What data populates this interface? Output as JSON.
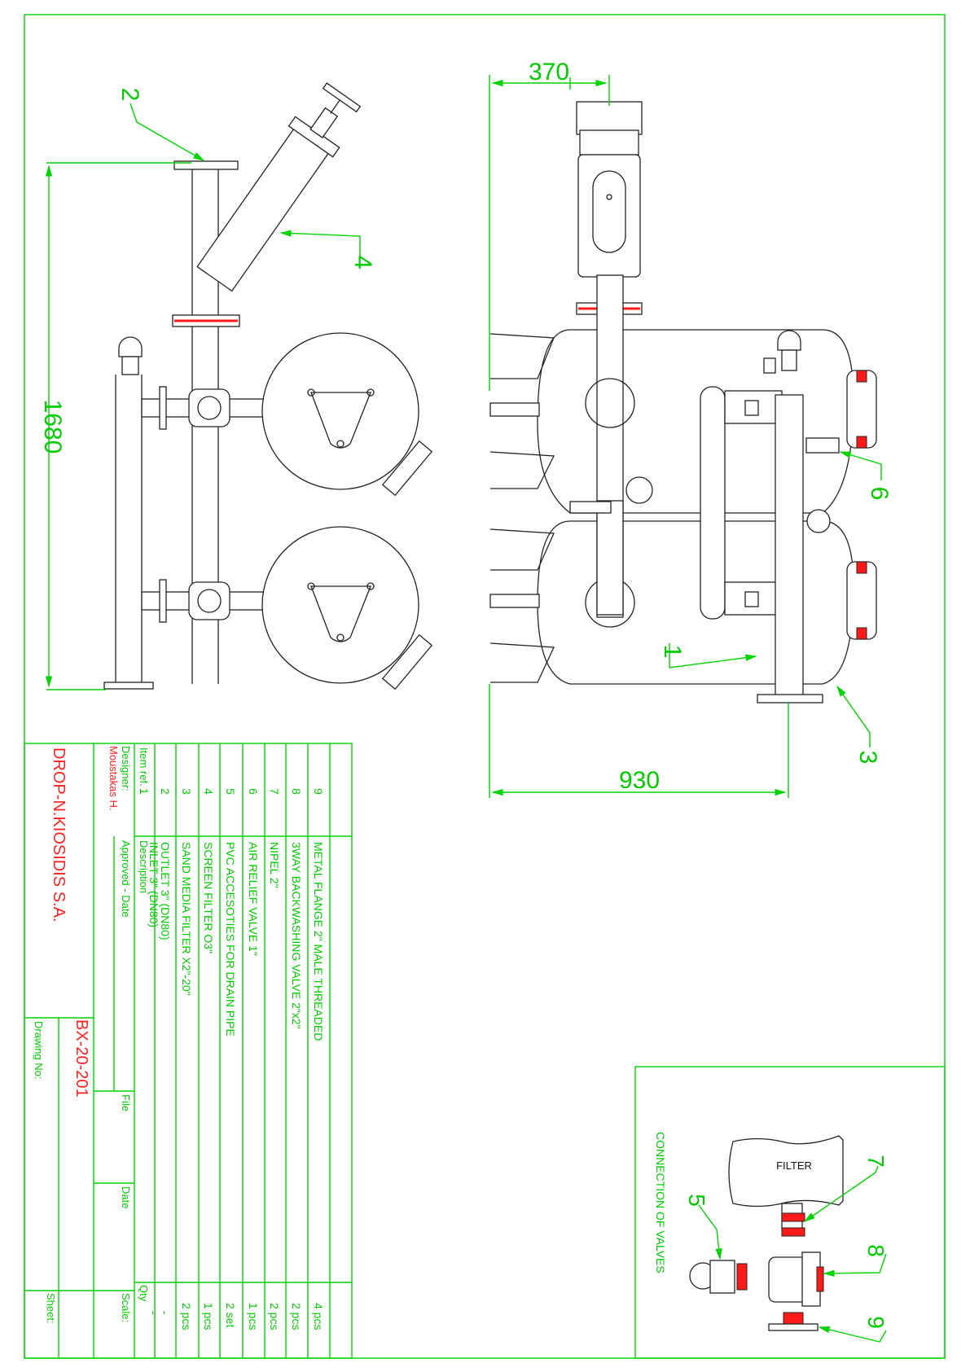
{
  "dimensions": {
    "height": "1680",
    "width_top": "370",
    "width_bottom": "930"
  },
  "callouts": {
    "c1": "1",
    "c2": "2",
    "c3": "3",
    "c4": "4",
    "c6": "6"
  },
  "detail": {
    "title": "CONNECTION OF VALVES",
    "filter_label": "FILTER",
    "c5": "5",
    "c7": "7",
    "c8": "8",
    "c9": "9"
  },
  "title_block": {
    "company": "DROP-N.KIOSIDIS S.A.",
    "drawing_number": "BX-20-201",
    "designer_label": "Designer:",
    "designer_name": "Moustakas H.",
    "approved_label": "Approved - Date",
    "file_label": "File",
    "date_label": "Date",
    "scale_label": "Scale:",
    "drawing_no_label": "Drawing No:",
    "sheet_label": "Sheet:",
    "item_ref_label": "Item ref.",
    "description_label": "Description",
    "qty_label": "Qty"
  },
  "parts_list": [
    {
      "ref": "9",
      "description": "METAL FLANGE 2\" MALE THREADED",
      "qty": "4 pcs"
    },
    {
      "ref": "8",
      "description": "3WAY BACKWASHING VALVE 2\"x2\"",
      "qty": "2 pcs"
    },
    {
      "ref": "7",
      "description": "NIPEL 2\"",
      "qty": "2 pcs"
    },
    {
      "ref": "6",
      "description": "AIR RELIEF VALVE 1\"",
      "qty": "1 pcs"
    },
    {
      "ref": "5",
      "description": "PVC ACCESOTIES FOR DRAIN PIPE",
      "qty": "2 set"
    },
    {
      "ref": "4",
      "description": "SCREEN FILTER O3\"",
      "qty": "1 pcs"
    },
    {
      "ref": "3",
      "description": "SAND MEDIA FILTER X2\"-20\"",
      "qty": "2 pcs"
    },
    {
      "ref": "2",
      "description": "OUTLET 3\" (DN80)",
      "qty": "-"
    },
    {
      "ref": "1",
      "description": "INLET 3\" (DN80)",
      "qty": "-"
    }
  ]
}
